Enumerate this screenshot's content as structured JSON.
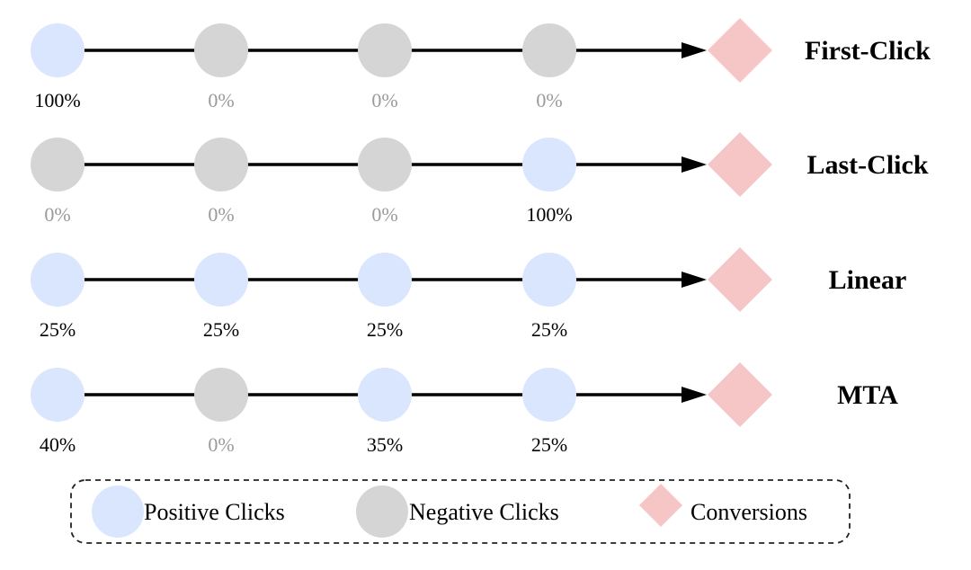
{
  "colors": {
    "positive": "#dae6fd",
    "negative": "#d5d5d5",
    "conversion": "#f6c6c6",
    "line": "#000000",
    "pct_positive": "#000000",
    "pct_negative": "#9a9a9a"
  },
  "rows": [
    {
      "label": "First-Click",
      "clicks": [
        {
          "type": "positive",
          "pct": "100%"
        },
        {
          "type": "negative",
          "pct": "0%"
        },
        {
          "type": "negative",
          "pct": "0%"
        },
        {
          "type": "negative",
          "pct": "0%"
        }
      ]
    },
    {
      "label": "Last-Click",
      "clicks": [
        {
          "type": "negative",
          "pct": "0%"
        },
        {
          "type": "negative",
          "pct": "0%"
        },
        {
          "type": "negative",
          "pct": "0%"
        },
        {
          "type": "positive",
          "pct": "100%"
        }
      ]
    },
    {
      "label": "Linear",
      "clicks": [
        {
          "type": "positive",
          "pct": "25%"
        },
        {
          "type": "positive",
          "pct": "25%"
        },
        {
          "type": "positive",
          "pct": "25%"
        },
        {
          "type": "positive",
          "pct": "25%"
        }
      ]
    },
    {
      "label": "MTA",
      "clicks": [
        {
          "type": "positive",
          "pct": "40%"
        },
        {
          "type": "negative",
          "pct": "0%"
        },
        {
          "type": "positive",
          "pct": "35%"
        },
        {
          "type": "positive",
          "pct": "25%"
        }
      ]
    }
  ],
  "legend": {
    "positive_label": "Positive Clicks",
    "negative_label": "Negative Clicks",
    "conversion_label": "Conversions"
  }
}
